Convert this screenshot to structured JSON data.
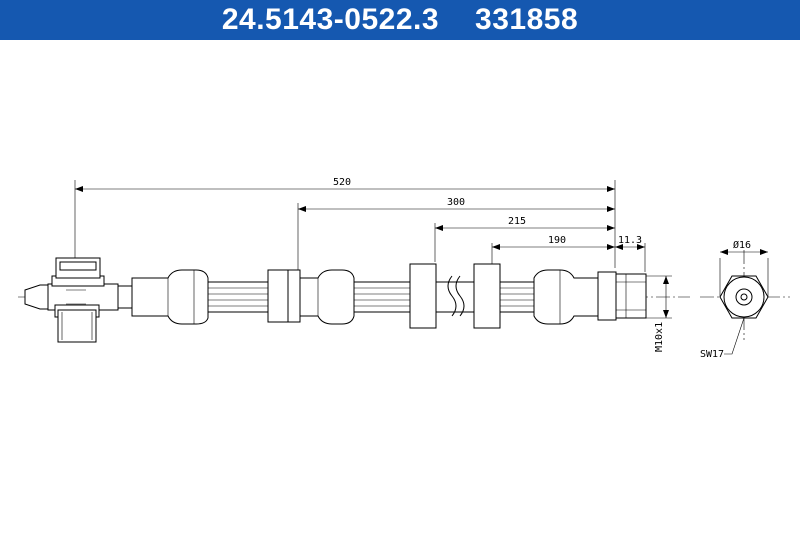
{
  "header": {
    "part_number": "24.5143-0522.3",
    "ref_number": "331858",
    "background": "#1558b0"
  },
  "dimensions": {
    "total_length": "520",
    "length_300": "300",
    "length_215": "215",
    "length_190": "190",
    "length_11_3": "11.3",
    "diameter": "Ø16",
    "thread": "M10x1",
    "wrench_size": "SW17"
  }
}
